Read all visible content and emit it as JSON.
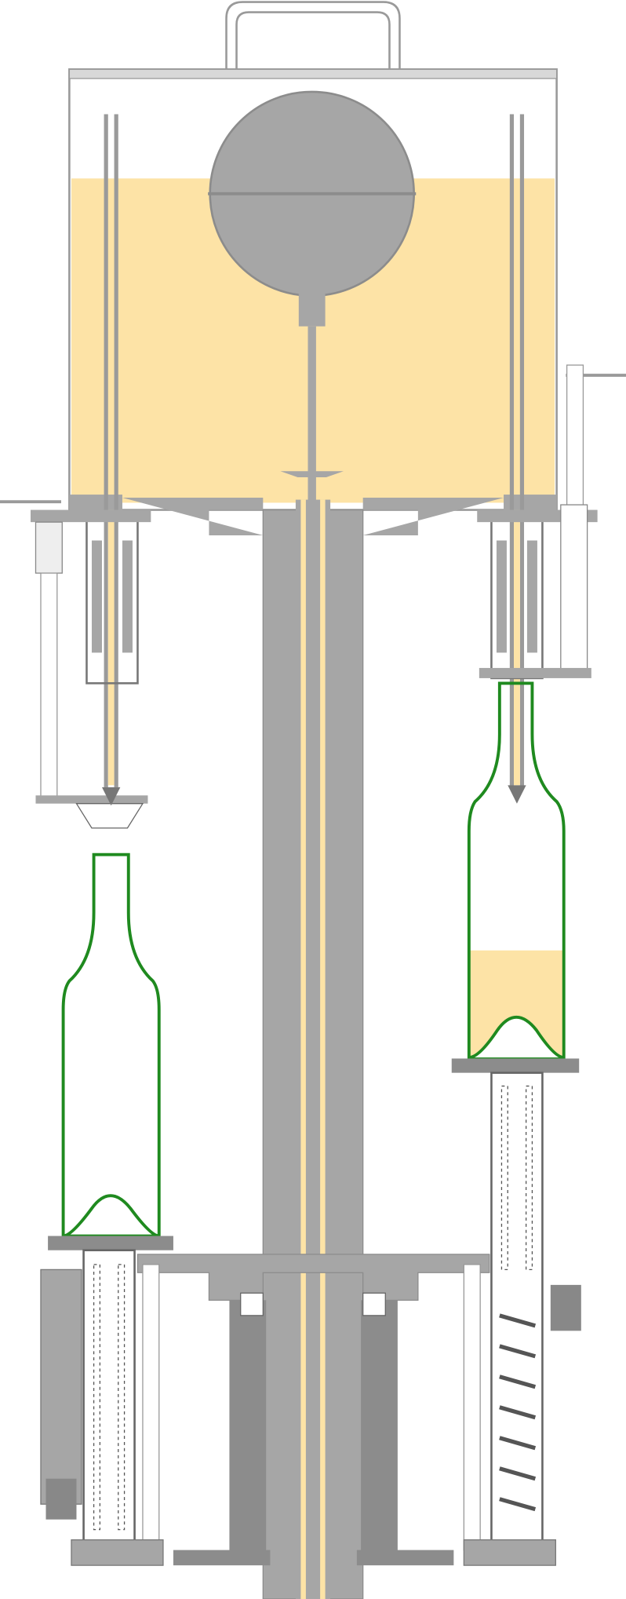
{
  "colors": {
    "liquid": "#fde3a6",
    "metal": "#a6a6a6",
    "metal_dark": "#8c8c8c",
    "outline": "#9a9a9a",
    "bottle": "#1f8a1f",
    "background": "#ffffff"
  },
  "diagram": {
    "parts": [
      "tank",
      "float-ball",
      "central-column",
      "filling-valve-left",
      "filling-valve-right",
      "bottle-left-empty",
      "bottle-right-filling",
      "lift-cylinder-left",
      "lift-cylinder-right"
    ],
    "right_bottle_fill_fraction": 0.4
  }
}
